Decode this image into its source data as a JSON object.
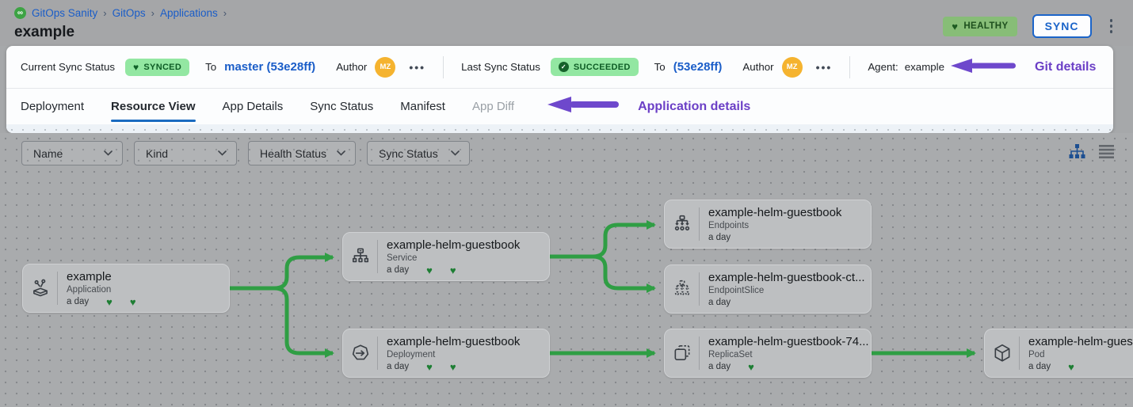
{
  "colors": {
    "accent_blue": "#1b64c9",
    "link_blue": "#1a5dc8",
    "annotation_purple": "#6b3fc6",
    "arrow_purple": "#6e48cc",
    "edge_green": "#2f9e44",
    "badge_green_bg": "#93e7a2",
    "badge_green_text": "#0e5c25",
    "healthy_bg": "#87bd77",
    "avatar_bg": "#f5b32f",
    "canvas_gray": "#a9abad"
  },
  "breadcrumb": {
    "logo": "gitops-logo",
    "logo_glyph": "∞",
    "items": [
      "GitOps Sanity",
      "GitOps",
      "Applications"
    ],
    "separator": "›"
  },
  "page_title": "example",
  "header_actions": {
    "health_badge": "HEALTHY",
    "health_heart": "♥",
    "sync_button": "SYNC",
    "kebab_menu": "more-options"
  },
  "status_bar": {
    "current": {
      "label": "Current Sync Status",
      "badge": "SYNCED",
      "badge_heart": "♥",
      "to_label": "To",
      "revision": "master (53e28ff)",
      "author_label": "Author",
      "author_initials": "MZ",
      "more": "•••"
    },
    "last": {
      "label": "Last Sync Status",
      "badge": "SUCCEEDED",
      "badge_check": "✓",
      "to_label": "To",
      "revision": "(53e28ff)",
      "author_label": "Author",
      "author_initials": "MZ",
      "more": "•••"
    },
    "agent": {
      "label": "Agent:",
      "value": "example"
    },
    "annotation": "Git details"
  },
  "tabs": {
    "items": [
      {
        "label": "Deployment"
      },
      {
        "label": "Resource View"
      },
      {
        "label": "App Details"
      },
      {
        "label": "Sync Status"
      },
      {
        "label": "Manifest"
      },
      {
        "label": "App Diff"
      }
    ],
    "active": "Resource View",
    "disabled": "App Diff",
    "annotation": "Application details"
  },
  "filters": {
    "dropdowns": [
      {
        "label": "Name"
      },
      {
        "label": "Kind"
      },
      {
        "label": "Health Status"
      },
      {
        "label": "Sync Status"
      }
    ]
  },
  "view_toggle": {
    "tree": "tree-view-icon",
    "list": "list-view-icon"
  },
  "tree": {
    "nodes": [
      {
        "title": "example",
        "kind": "Application",
        "age": "a day",
        "hearts": [
          "♥",
          "♥"
        ],
        "icon": "application-icon"
      },
      {
        "title": "example-helm-guestbook",
        "kind": "Service",
        "age": "a day",
        "hearts": [
          "♥",
          "♥"
        ],
        "icon": "service-icon"
      },
      {
        "title": "example-helm-guestbook",
        "kind": "Deployment",
        "age": "a day",
        "hearts": [
          "♥",
          "♥"
        ],
        "icon": "deployment-icon"
      },
      {
        "title": "example-helm-guestbook",
        "kind": "Endpoints",
        "age": "a day",
        "hearts": [],
        "icon": "endpoints-icon"
      },
      {
        "title": "example-helm-guestbook-ct...",
        "kind": "EndpointSlice",
        "age": "a day",
        "hearts": [],
        "icon": "endpointslice-icon"
      },
      {
        "title": "example-helm-guestbook-74...",
        "kind": "ReplicaSet",
        "age": "a day",
        "hearts": [
          "♥"
        ],
        "icon": "replicaset-icon"
      },
      {
        "title": "example-helm-guest",
        "kind": "Pod",
        "age": "a day",
        "hearts": [
          "♥"
        ],
        "icon": "pod-icon"
      }
    ],
    "edges": [
      "example → Service",
      "example → Deployment",
      "Service → Endpoints",
      "Service → EndpointSlice",
      "Deployment → ReplicaSet",
      "ReplicaSet → Pod"
    ]
  }
}
